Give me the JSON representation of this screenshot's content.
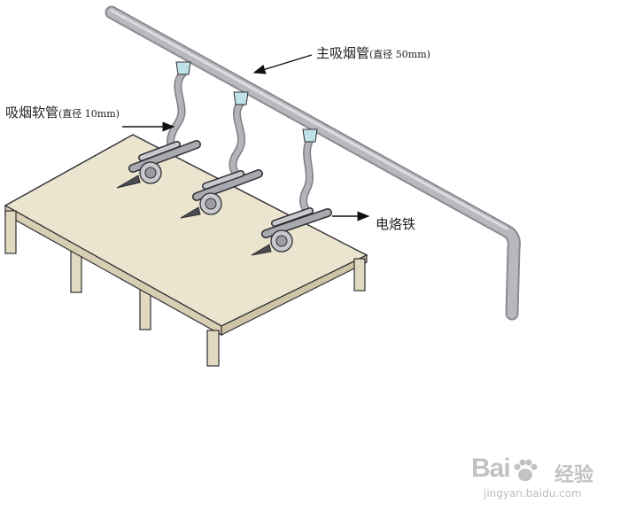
{
  "labels": {
    "main_pipe": {
      "text": "主吸烟管",
      "spec": "(直径 50mm)"
    },
    "hose": {
      "text": "吸烟软管",
      "spec": "(直径 10mm)"
    },
    "iron": {
      "text": "电烙铁"
    }
  },
  "watermark": {
    "brand": "Bai",
    "brand_suffix": "经验",
    "url": "jingyan.baidu.com"
  },
  "colors": {
    "table_top": "#ebe4cf",
    "table_edge": "#d8ceb3",
    "pipe": "#b8b9be",
    "pipe_dark": "#8a8b91",
    "connector": "#bfe1e8",
    "iron": "#a9aab0",
    "outline": "#2e2e33"
  }
}
